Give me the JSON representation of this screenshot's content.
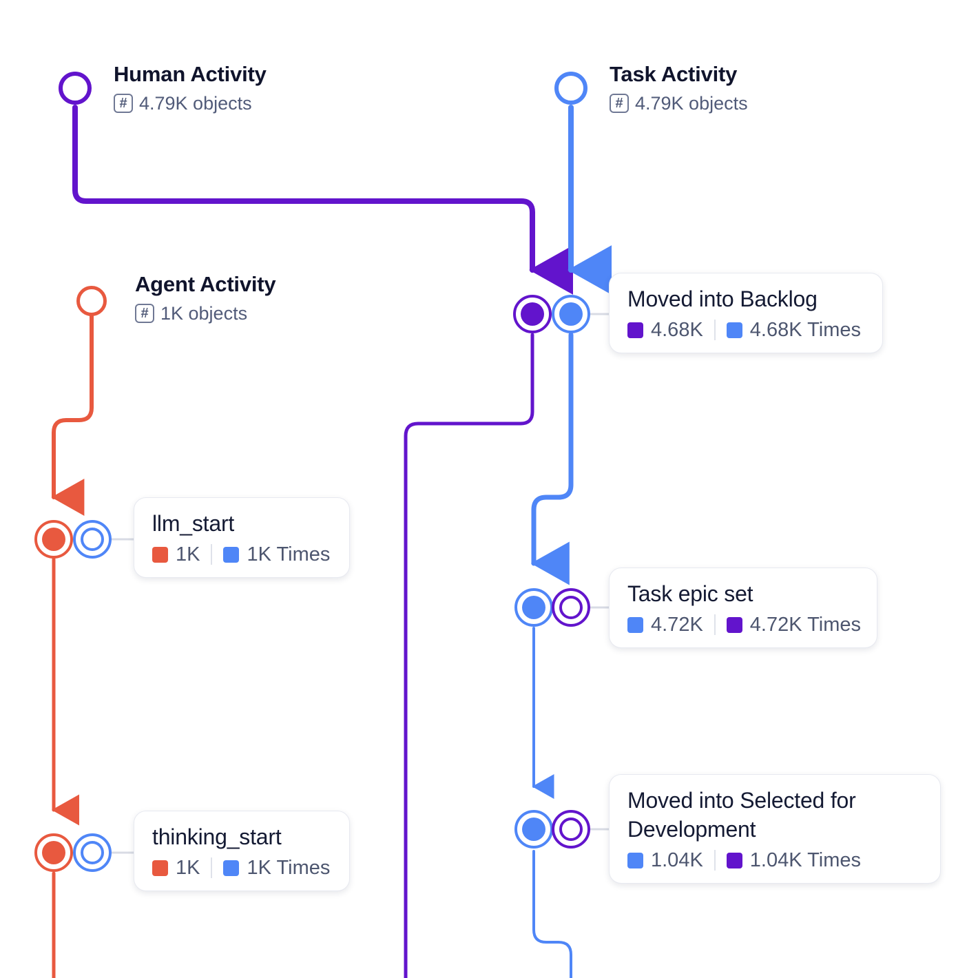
{
  "colors": {
    "purple": "#6214cc",
    "blue": "#4f86f7",
    "orange": "#e8593f",
    "title": "#10142c",
    "muted": "#515b79",
    "card_border": "#e7e9f0"
  },
  "diagram": {
    "type": "object-centric-process-graph",
    "lanes": [
      {
        "name": "human-activity",
        "title": "Human Activity",
        "objects": "4.79K objects",
        "badge_icon": "hash-icon",
        "color": "#6214cc"
      },
      {
        "name": "task-activity",
        "title": "Task Activity",
        "objects": "4.79K objects",
        "badge_icon": "hash-icon",
        "color": "#4f86f7"
      },
      {
        "name": "agent-activity",
        "title": "Agent Activity",
        "objects": "1K objects",
        "badge_icon": "hash-icon",
        "color": "#e8593f"
      }
    ],
    "nodes": [
      {
        "name": "moved-into-backlog",
        "label": "Moved into Backlog",
        "stats": [
          {
            "color": "#6214cc",
            "value": "4.68K"
          },
          {
            "color": "#4f86f7",
            "value": "4.68K Times"
          }
        ]
      },
      {
        "name": "llm-start",
        "label": "llm_start",
        "stats": [
          {
            "color": "#e8593f",
            "value": "1K"
          },
          {
            "color": "#4f86f7",
            "value": "1K Times"
          }
        ]
      },
      {
        "name": "task-epic-set",
        "label": "Task epic set",
        "stats": [
          {
            "color": "#4f86f7",
            "value": "4.72K"
          },
          {
            "color": "#6214cc",
            "value": "4.72K Times"
          }
        ]
      },
      {
        "name": "moved-into-selected-for-development",
        "label": "Moved into Selected for\nDevelopment",
        "stats": [
          {
            "color": "#4f86f7",
            "value": "1.04K"
          },
          {
            "color": "#6214cc",
            "value": "1.04K Times"
          }
        ]
      },
      {
        "name": "thinking-start",
        "label": "thinking_start",
        "stats": [
          {
            "color": "#e8593f",
            "value": "1K"
          },
          {
            "color": "#4f86f7",
            "value": "1K Times"
          }
        ]
      }
    ]
  }
}
